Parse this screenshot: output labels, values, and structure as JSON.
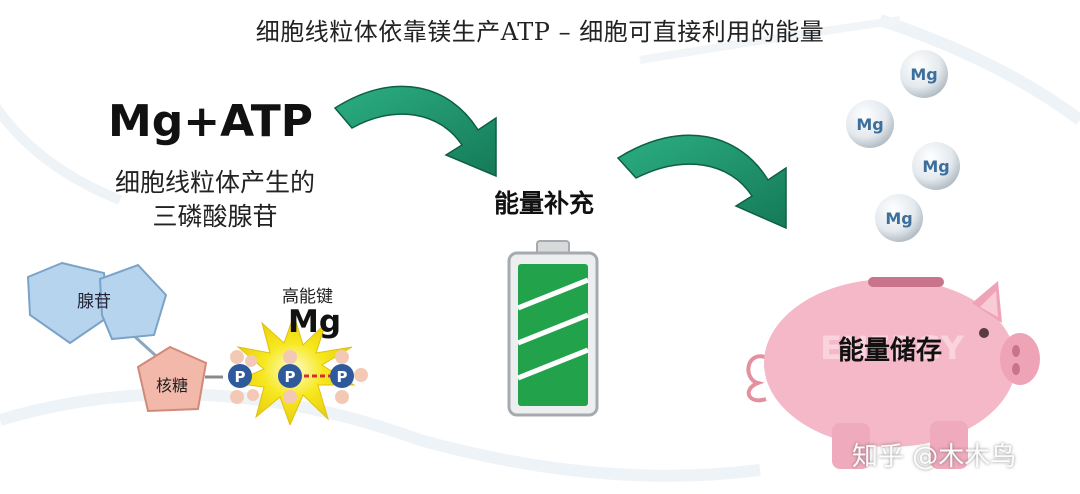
{
  "title": "细胞线粒体依靠镁生产ATP  – 细胞可直接利用的能量",
  "left": {
    "formula": "Mg+ATP",
    "description_line1": "细胞线粒体产生的",
    "description_line2": "三磷酸腺苷"
  },
  "middle": {
    "label": "能量补充"
  },
  "right": {
    "label": "能量储存",
    "pig_ghost_text": "ENERGY"
  },
  "molecule": {
    "adenine_label": "腺苷",
    "ribose_label": "核糖",
    "bond_label": "高能键",
    "bond_mg": "Mg",
    "phosphate_symbol": "P"
  },
  "mg_balls": [
    "Mg",
    "Mg",
    "Mg",
    "Mg"
  ],
  "watermark": "知乎 @木木鸟",
  "colors": {
    "arrow_green": "#1f9a72",
    "battery_green": "#22a24a",
    "pig_pink": "#f4b8c8",
    "pentagon_blue": "#b6d4ee",
    "pentagon_pink": "#f2b8aa",
    "phosphate_blue": "#2e5a9c",
    "burst_yellow": "#f6e81e"
  }
}
